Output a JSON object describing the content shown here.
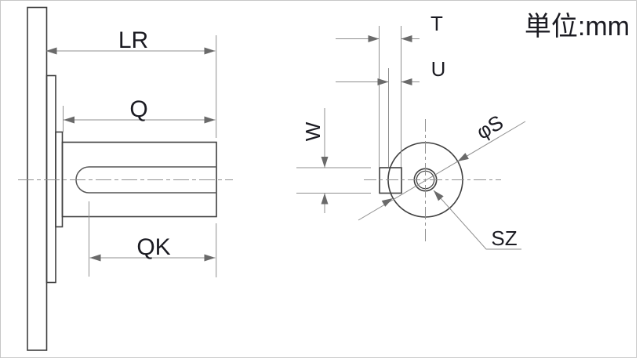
{
  "unit_note": "単位:mm",
  "side_view": {
    "lr": "LR",
    "q": "Q",
    "qk": "QK"
  },
  "end_view": {
    "t": "T",
    "u": "U",
    "w": "W",
    "phi_s": "φS",
    "sz": "SZ"
  },
  "colors": {
    "part_outline": "#3f3f3f",
    "dimension_line": "#8f8f8f",
    "arrowhead": "#6a6a6a",
    "centerline": "#909090",
    "label_text": "#1b1b22",
    "frame_border": "#c6c6c6",
    "background": "#ffffff"
  }
}
